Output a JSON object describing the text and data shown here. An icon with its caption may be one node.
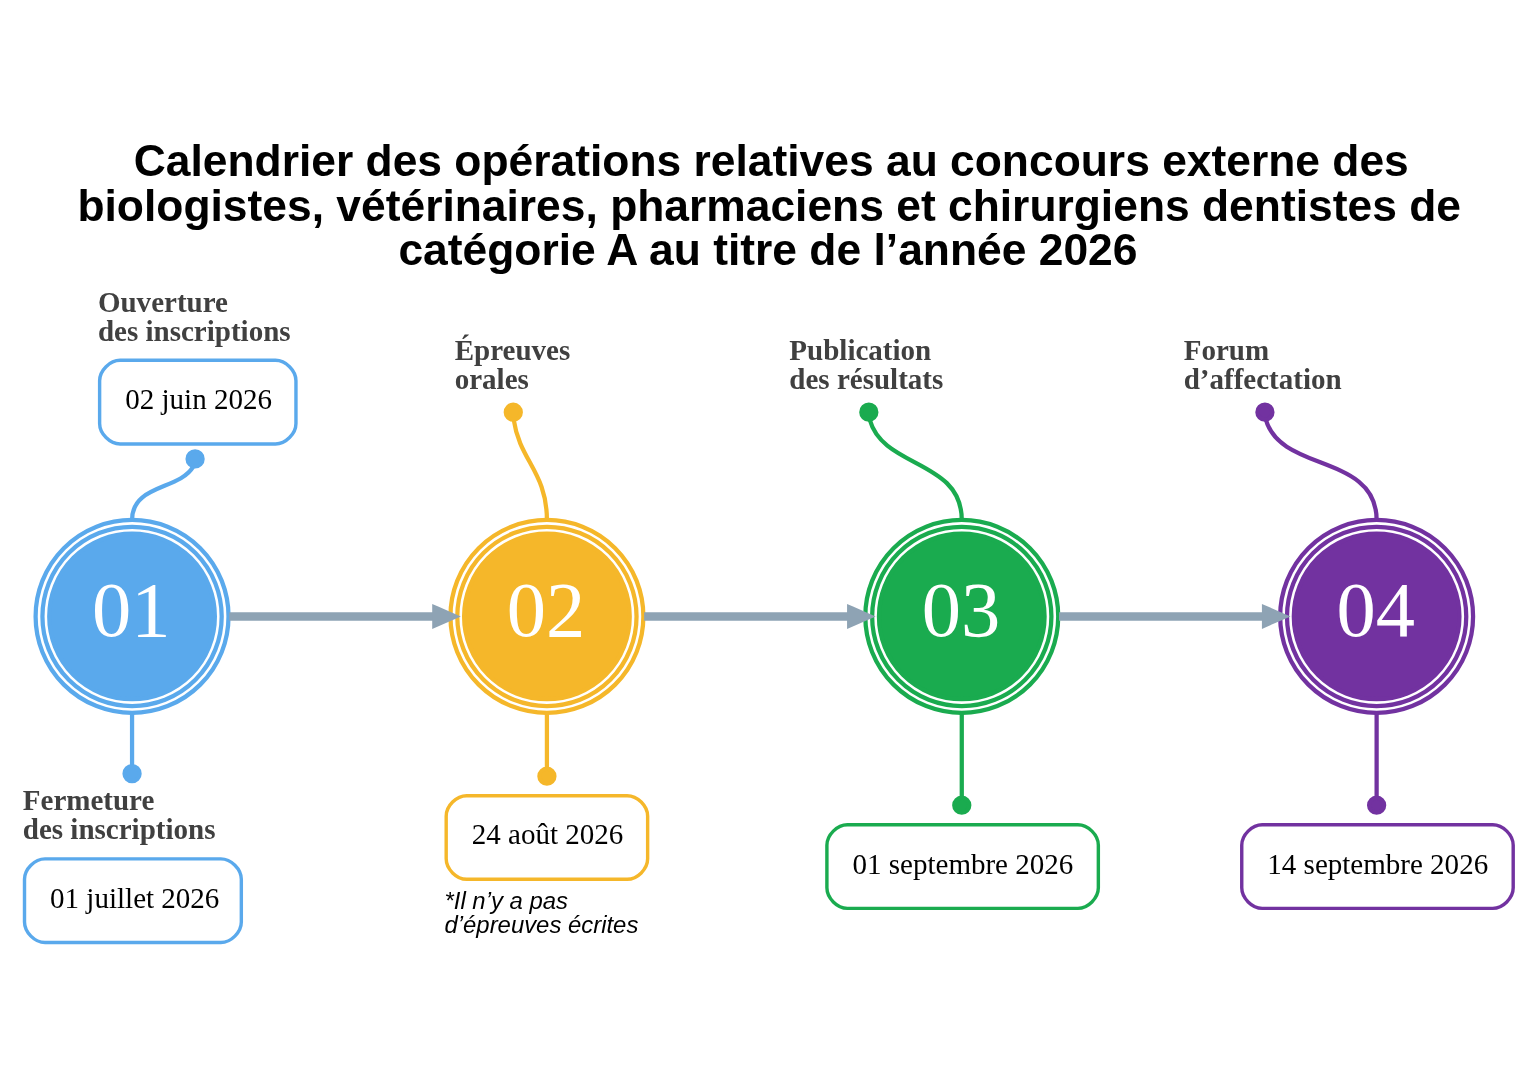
{
  "diagram": {
    "title": "Calendrier des opérations relatives au concours externe des biologistes, vétérinaires, pharmaciens et chirurgiens dentistes de catégorie A au titre de l’année 2026",
    "nodes": [
      {
        "text": [
          "Ouverture des inscriptions",
          "02 juin 2026"
        ]
      },
      {
        "text": [
          "01"
        ]
      },
      {
        "text": [
          "Fermeture des inscriptions",
          "01 juillet 2026"
        ]
      },
      {
        "text": [
          "Épreuves orales"
        ]
      },
      {
        "text": [
          "02"
        ]
      },
      {
        "text": [
          "24 août 2026"
        ],
        "beside": [
          "*Il n’y a pas d’épreuves écrites"
        ]
      },
      {
        "text": [
          "Publication des résultats"
        ]
      },
      {
        "text": [
          "03"
        ]
      },
      {
        "text": [
          "01 septembre 2026"
        ]
      },
      {
        "text": [
          "Forum d’affectation"
        ]
      },
      {
        "text": [
          "04"
        ]
      },
      {
        "text": [
          "14 septembre 2026"
        ]
      }
    ],
    "edges": [
      {
        "from": 1,
        "to": 0,
        "arrow": "other",
        "color": "#5aa9ec"
      },
      {
        "from": 1,
        "to": 2,
        "arrow": "other",
        "color": "#5aa9ec"
      },
      {
        "from": 1,
        "to": 4,
        "arrow": "to",
        "style": "thick",
        "color": "#8ea3b4"
      },
      {
        "from": 4,
        "to": 3,
        "arrow": "other",
        "color": "#f5b72a"
      },
      {
        "from": 4,
        "to": 5,
        "arrow": "other",
        "color": "#f5b72a"
      },
      {
        "from": 4,
        "to": 7,
        "arrow": "to",
        "style": "thick",
        "color": "#8ea3b4"
      },
      {
        "from": 7,
        "to": 6,
        "arrow": "other",
        "color": "#1aab4f"
      },
      {
        "from": 7,
        "to": 8,
        "arrow": "other",
        "color": "#1aab4f"
      },
      {
        "from": 7,
        "to": 10,
        "arrow": "to",
        "style": "thick",
        "color": "#8ea3b4"
      },
      {
        "from": 10,
        "to": 9,
        "arrow": "other",
        "color": "#7232a0"
      },
      {
        "from": 10,
        "to": 11,
        "arrow": "other",
        "color": "#7232a0"
      }
    ]
  }
}
